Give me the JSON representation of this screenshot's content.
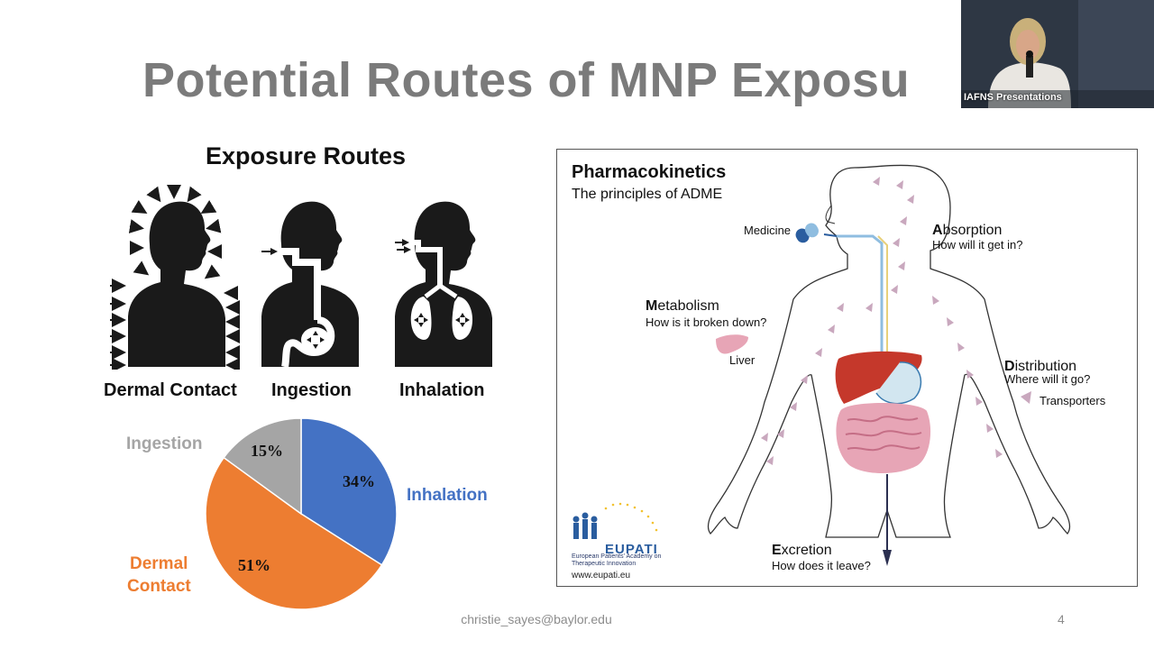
{
  "slide": {
    "title": "Potential Routes of MNP Exposu",
    "page_number": "4",
    "footer_email": "christie_sayes@baylor.edu"
  },
  "exposure": {
    "heading": "Exposure Routes",
    "figures": [
      {
        "label": "Dermal Contact"
      },
      {
        "label": "Ingestion"
      },
      {
        "label": "Inhalation"
      }
    ]
  },
  "chart_data": {
    "type": "pie",
    "slices": [
      {
        "name": "Inhalation",
        "value": 34,
        "label": "34%",
        "color": "#4472c4"
      },
      {
        "name": "Dermal Contact",
        "value": 51,
        "label": "51%",
        "color": "#ed7d31"
      },
      {
        "name": "Ingestion",
        "value": 15,
        "label": "15%",
        "color": "#a5a5a5"
      }
    ],
    "legend_labels": {
      "ingestion": "Ingestion",
      "inhalation": "Inhalation",
      "dermal_line1": "Dermal",
      "dermal_line2": "Contact"
    }
  },
  "adme": {
    "title": "Pharmacokinetics",
    "subtitle": "The principles of ADME",
    "medicine": "Medicine",
    "absorption": {
      "initial": "A",
      "rest": "bsorption",
      "question": "How will it get in?"
    },
    "metabolism": {
      "initial": "M",
      "rest": "etabolism",
      "question": "How is it broken down?"
    },
    "liver": "Liver",
    "distribution": {
      "initial": "D",
      "rest": "istribution",
      "question": "Where will it go?"
    },
    "transporters": "Transporters",
    "excretion": {
      "initial": "E",
      "rest": "xcretion",
      "question": "How does it leave?"
    },
    "logo": {
      "name": "EUPATI",
      "desc": "European Patients' Academy on Therapeutic Innovation",
      "url": "www.eupati.eu"
    }
  },
  "video_overlay": {
    "label": "IAFNS Presentations"
  },
  "colors": {
    "title_gray": "#7b7b7b",
    "inhalation_blue": "#4472c4",
    "dermal_orange": "#ed7d31",
    "ingestion_gray": "#a5a5a5",
    "body_black": "#1a1a1a",
    "eupati_blue": "#2a5d9f"
  }
}
